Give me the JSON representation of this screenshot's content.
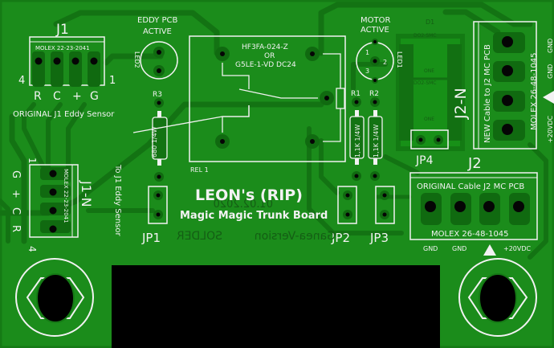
{
  "colors": {
    "board": "#1b8c1b",
    "board_edge": "#157a15",
    "trace": "#137313",
    "copper_pad": "#106a10",
    "silkscreen": "#f2f2f2",
    "drill": "#050505",
    "cutout": "#000000"
  },
  "title": {
    "line1": "LEON's (RIP)",
    "line2": "Magic Magic Trunk Board"
  },
  "mirrored_bottom_text": {
    "solder": "SOLDER",
    "version": "Ganea-Version",
    "date": "01.02.2020"
  },
  "j1": {
    "designator": "J1",
    "part": "MOLEX 22-23-2041",
    "pin_left": "4",
    "pin_right": "1",
    "pin_labels": [
      "R",
      "C",
      "+",
      "G"
    ],
    "caption": "ORIGINAL J1 Eddy Sensor"
  },
  "j1n": {
    "designator": "J1-N",
    "part": "MOLEX 22-23-2041",
    "pin_top": "1",
    "pin_bottom": "4",
    "pin_labels": [
      "G",
      "+",
      "C",
      "R"
    ],
    "caption": "To J1 Eddy Sensor"
  },
  "led2": {
    "designator": "LED2",
    "caption_line1": "EDDY PCB",
    "caption_line2": "ACTIVE"
  },
  "led1": {
    "designator": "LED1",
    "caption_line1": "MOTOR",
    "caption_line2": "ACTIVE",
    "pins": [
      "1",
      "2",
      "3"
    ]
  },
  "r3": {
    "designator": "R3",
    "value": "680 1/4W"
  },
  "r1": {
    "designator": "R1",
    "value": "1,1K 1/4W"
  },
  "r2": {
    "designator": "R2",
    "value": "1,1K 1/4W"
  },
  "relay": {
    "designator": "REL 1",
    "part_line1": "HF3FA-024-Z",
    "part_line2": "OR",
    "part_line3": "G5LE-1-VD DC24"
  },
  "d1": {
    "designator": "D1",
    "labels": [
      "DO2-SMC",
      "ONE",
      "DO2-SMC",
      "ONE"
    ]
  },
  "jumpers": {
    "jp1": "JP1",
    "jp2": "JP2",
    "jp3": "JP3",
    "jp4": "JP4"
  },
  "j2n": {
    "designator": "J2-N",
    "caption": "NEW Cable to J2 MC PCB",
    "part": "MOLEX 26-48-1045",
    "pin_labels": [
      "GND",
      "GND",
      "+20VDC"
    ]
  },
  "j2": {
    "designator": "J2",
    "caption": "ORIGINAL Cable J2 MC PCB",
    "part": "MOLEX 26-48-1045",
    "pin_labels": [
      "GND",
      "GND",
      "+20VDC"
    ]
  }
}
